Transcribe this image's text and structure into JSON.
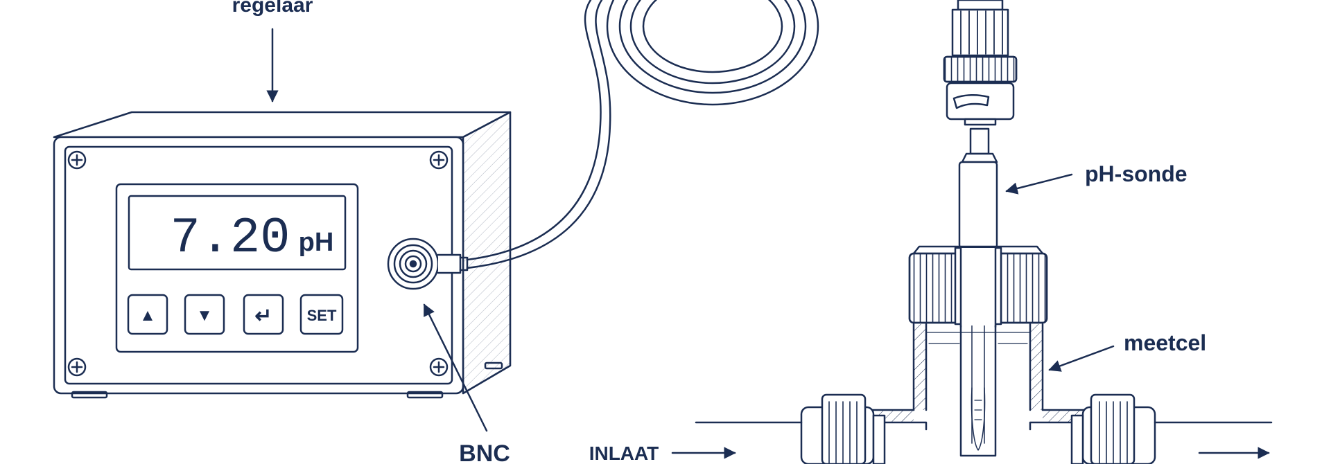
{
  "labels": {
    "controller": "regelaar",
    "probe": "pH-sonde",
    "cell": "meetcel",
    "connector": "BNC",
    "inlet": "INLAAT"
  },
  "display": {
    "value": "7.20",
    "unit": "pH"
  },
  "buttons": {
    "up": "▲",
    "down": "▼",
    "enter": "↵",
    "set": "SET"
  },
  "colors": {
    "ink": "#1b2d52",
    "fill": "#ffffff"
  }
}
